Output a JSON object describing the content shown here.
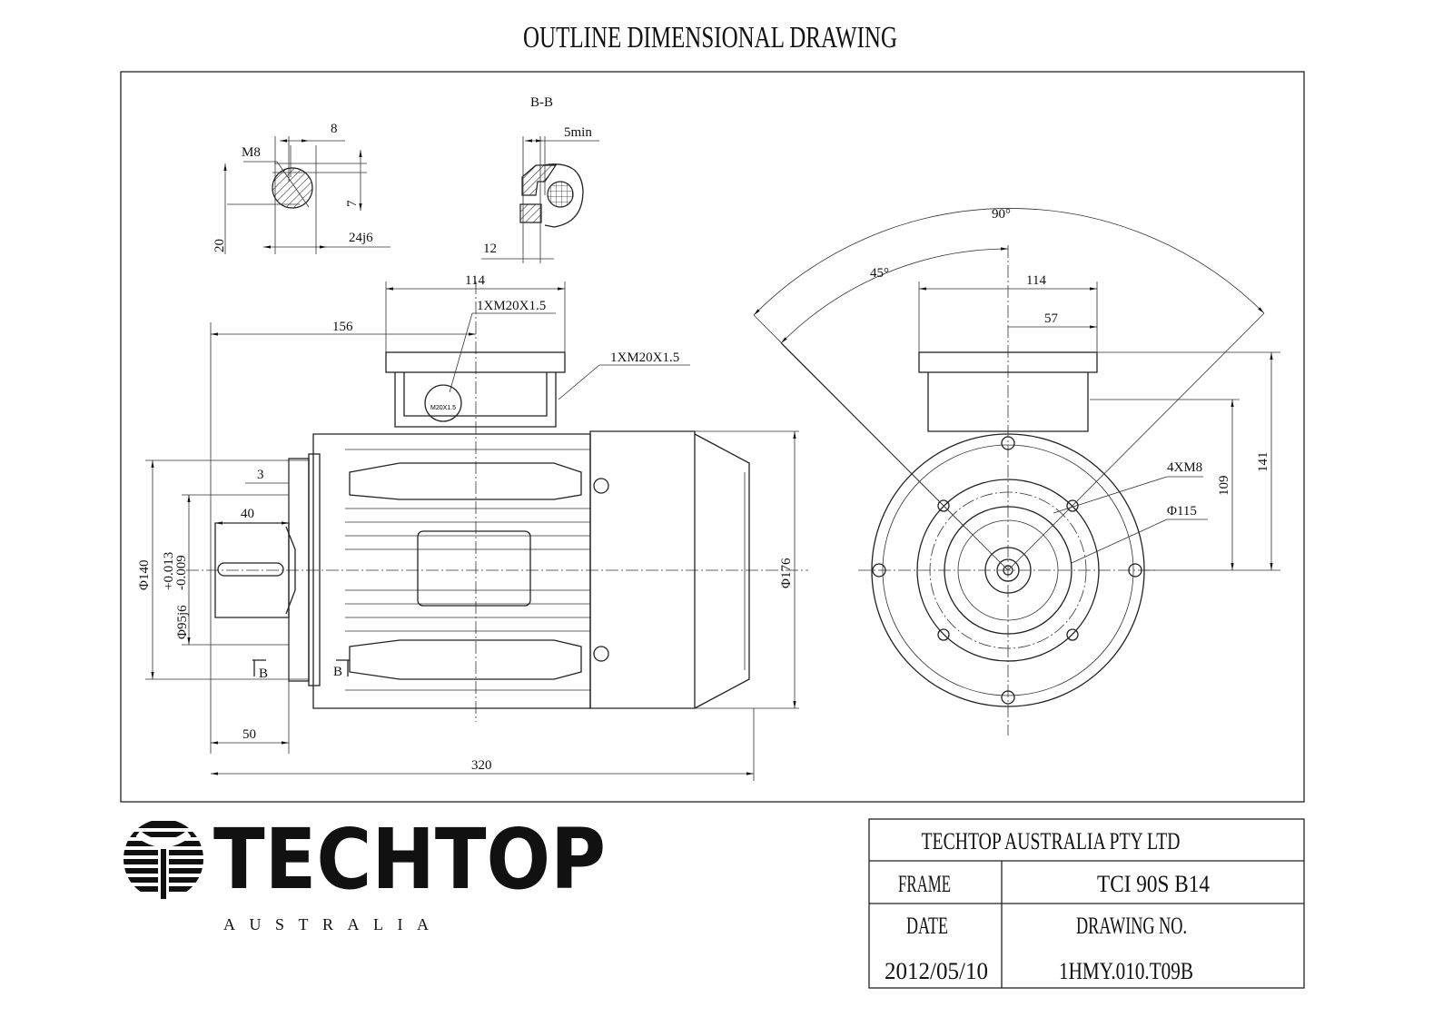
{
  "title": "OUTLINE DIMENSIONAL DRAWING",
  "section_label": "B-B",
  "dimensions": {
    "key_width": "8",
    "thread": "M8",
    "key_depth": "7",
    "shaft_height": "20",
    "shaft_dia": "24j6",
    "section_min": "5min",
    "section_12": "12",
    "tbox_width_side": "114",
    "cable_entry_1": "1XM20X1.5",
    "cable_entry_2": "1XM20X1.5",
    "gland_mark": "M20X1.5",
    "to_tbox": "156",
    "flange_step": "3",
    "shaft_key_len": "40",
    "flange_dia": "Φ140",
    "spigot_dia": "Φ95j6",
    "spigot_tol_upper": "+0.013",
    "spigot_tol_lower": "-0.009",
    "body_dia": "Φ176",
    "shaft_len": "50",
    "overall_len": "320",
    "section_mark_left": "B",
    "section_mark_right": "B",
    "angle_90": "90°",
    "angle_45": "45°",
    "tbox_width_front": "114",
    "tbox_half": "57",
    "holes": "4XM8",
    "pcd": "Φ115",
    "height_109": "109",
    "height_141": "141"
  },
  "logo": {
    "name": "TECHTOP",
    "sub": "AUSTRALIA"
  },
  "title_block": {
    "company": "TECHTOP AUSTRALIA PTY LTD",
    "frame_label": "FRAME",
    "frame_value": "TCI 90S B14",
    "date_label": "DATE",
    "drawing_no_label": "DRAWING NO.",
    "date_value": "2012/05/10",
    "drawing_no_value": "1HMY.010.T09B"
  }
}
